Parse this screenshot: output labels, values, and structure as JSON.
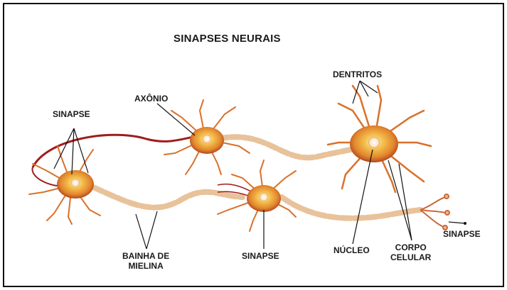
{
  "diagram": {
    "title": "SINAPSES NEURAIS",
    "labels": {
      "sinapse_left": "SINAPSE",
      "axonio": "AXÔNIO",
      "dentritos": "DENTRITOS",
      "bainha_line1": "BAINHA DE",
      "bainha_line2": "MIELINA",
      "sinapse_bottom": "SINAPSE",
      "nucleo": "NÚCLEO",
      "corpo_line1": "CORPO",
      "corpo_line2": "CELULAR",
      "sinapse_right": "SINAPSE"
    },
    "colors": {
      "axon": "#9e1d1d",
      "myelin": "#e8c29a",
      "cell_body": "#e2862e",
      "cell_glow": "#f4c04d",
      "nucleus": "#fff4e0"
    }
  }
}
